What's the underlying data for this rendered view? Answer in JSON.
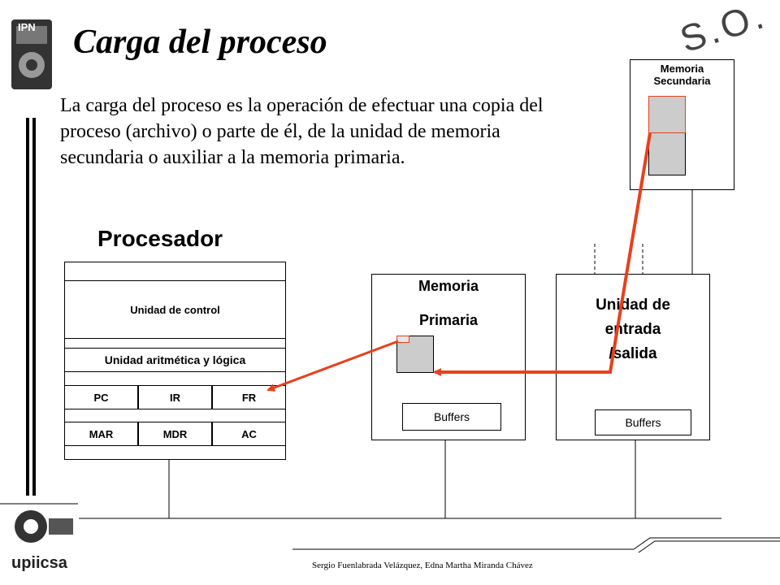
{
  "slide": {
    "title": "Carga del proceso",
    "intro": "La carga del proceso es la operación de  efectuar una copia del proceso (archivo) o parte de él, de la unidad de memoria secundaria o auxiliar a la memoria primaria.",
    "so_mark": "S.O.",
    "footer": "Sergio  Fuenlabrada Velázquez, Edna Martha Miranda Chávez"
  },
  "logos": {
    "top": "IPN",
    "bottom": "upiicsa"
  },
  "processor": {
    "title": "Procesador",
    "control_unit": "Unidad de control",
    "alu": "Unidad aritmética y lógica",
    "registers_row1": [
      "PC",
      "IR",
      "FR"
    ],
    "registers_row2": [
      "MAR",
      "MDR",
      "AC"
    ]
  },
  "primary_memory": {
    "label1": "Memoria",
    "label2": "Primaria",
    "buffers": "Buffers"
  },
  "io_unit": {
    "label1": "Unidad de",
    "label2": "entrada",
    "label3": "/salida",
    "buffers": "Buffers"
  },
  "secondary_memory": {
    "label1": "Memoria",
    "label2": "Secundaria"
  },
  "colors": {
    "arrow": "#e8401c",
    "block": "#cccccc"
  }
}
